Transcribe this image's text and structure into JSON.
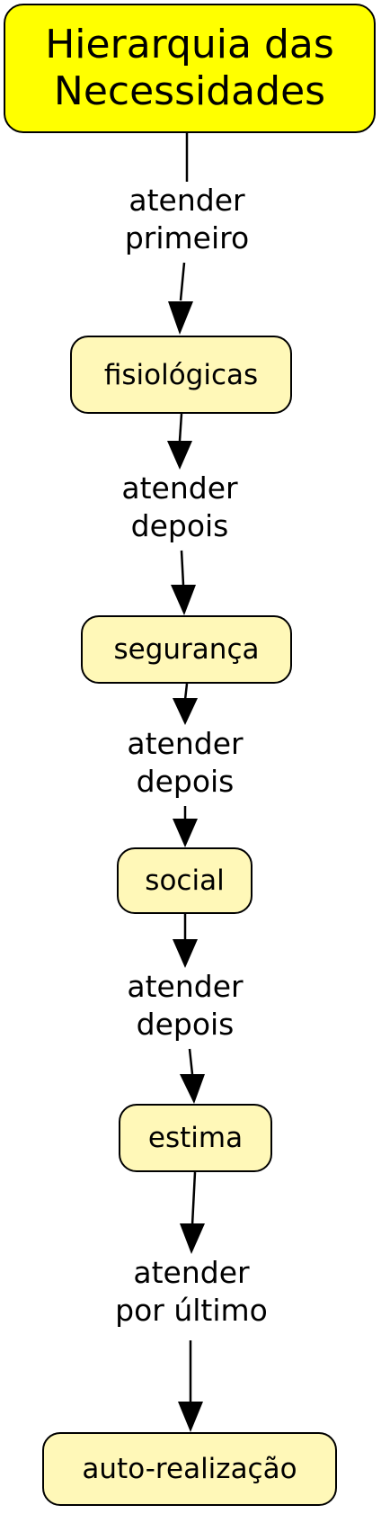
{
  "root": {
    "line1": "Hierarquia das",
    "line2": "Necessidades"
  },
  "nodes": {
    "fisiologicas": "fisiológicas",
    "seguranca": "segurança",
    "social": "social",
    "estima": "estima",
    "autorealizacao": "auto-realização"
  },
  "links": {
    "l1": {
      "line1": "atender",
      "line2": "primeiro"
    },
    "l2": {
      "line1": "atender",
      "line2": "depois"
    },
    "l3": {
      "line1": "atender",
      "line2": "depois"
    },
    "l4": {
      "line1": "atender",
      "line2": "depois"
    },
    "l5": {
      "line1": "atender",
      "line2": "por último"
    }
  },
  "colors": {
    "root_fill": "#ffff00",
    "node_fill": "#fff8b8",
    "stroke": "#000000"
  }
}
